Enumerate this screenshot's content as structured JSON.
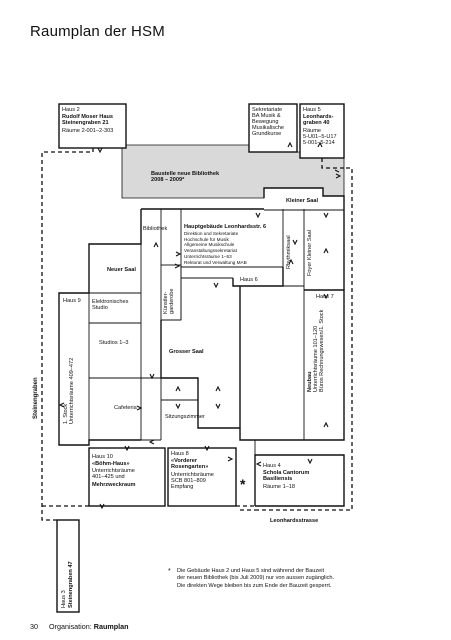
{
  "title": "Raumplan der HSM",
  "labels": {
    "haus2": "Haus 2\nRudolf Moser Haus\nSteinengraben 21\nRäume 2-001–2-303",
    "haus2_title": "Haus 2",
    "haus2_name": "Rudolf Moser Haus\nSteinengraben 21",
    "haus2_rooms": "Räume 2-001–2-303",
    "baustelle": "Baustelle neue Bibliothek\n2008 – 2009*",
    "sekretariate": "Sekretariate\nBA Musik &\nBewegung\nMusikalische\nGrundkurse",
    "haus5_title": "Haus 5",
    "haus5_name": "Leonhards-\ngraben 40",
    "haus5_rooms": "Räume\n5-U01–5-U17\n5-001–5-214",
    "kleiner_saal": "Kleiner Saal",
    "bibliothek": "Bibliothek",
    "hauptgebaeude_name": "Hauptgebäude Leonhardsstr. 6",
    "hauptgebaeude_info": "Direktion und Sekretariate\nHochschule für Musik\nAllgemeine Musikschule\nVeranstaltungssekretariat\nUnterrichtsräume 1–53\nRektorat und Verwaltung MAB",
    "rhythmiksaal": "Rhythmiksaal",
    "foyer": "Foyer Kleiner Saal",
    "neuer_saal": "Neuer Saal",
    "kuenstlergarderobe": "Künstler-\ngarderobe",
    "haus6": "Haus 6",
    "haus7": "Haus 7",
    "haus9": "Haus 9",
    "elektronisches_studio": "Elektronisches\nStudio",
    "studios": "Studios 1–3",
    "stock": "1. Stock\nUnterrichtsräume 409–472",
    "grosser_saal": "Grosser Saal",
    "neubau_title": "Neubau",
    "neubau_info": "Unterrichtsräume 101–120\nBüros Rechnungswesen/1. Stock",
    "cafeteria": "Cafeteria",
    "sitzungszimmer": "Sitzungszimmer",
    "haus10_title": "Haus 10",
    "haus10_name": "«Böhm-Haus»",
    "haus10_rooms": "Unterrichtsräume\n401–425 und",
    "haus10_extra": "Mehrzweckraum",
    "haus8_title": "Haus 8",
    "haus8_name": "«Vorderer\nRosengarten»",
    "haus8_rooms": "Unterrichtsräume\nSCB 801–809\nEmpfang",
    "haus4_title": "Haus 4",
    "haus4_name": "Schola Cantorum\nBasiliensis",
    "haus4_rooms": "Räume 1–18",
    "leonhardsstrasse": "Leonhardsstrasse",
    "steinengraben": "Steinengraben",
    "haus3_title": "Haus 3",
    "haus3_name": "Steinengraben 47",
    "star": "*"
  },
  "footnote": {
    "star": "*",
    "text": "Die Gebäude Haus 2 und Haus 5 sind während der Bauzeit\nder neuen Bibliothek (bis Juli 2009) nur von aussen zugänglich.\nDie direkten Wege bleiben bis zum Ende der Bauzeit gesperrt."
  },
  "footer": {
    "page": "30",
    "section": "Organisation:",
    "section_bold": "Raumplan"
  },
  "colors": {
    "construction_fill": "#d9d9d9",
    "line": "#111111"
  }
}
